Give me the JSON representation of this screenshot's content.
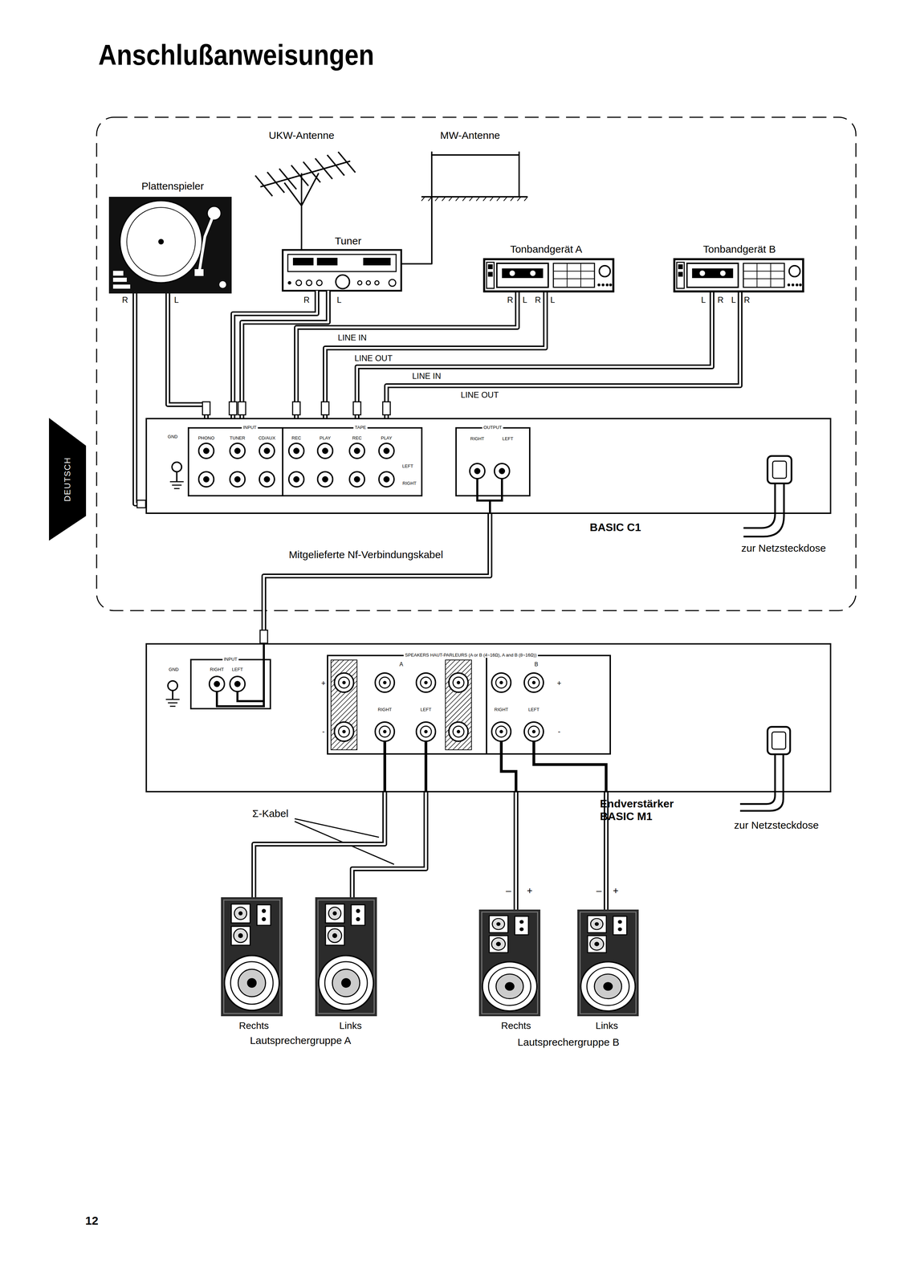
{
  "diagram": {
    "title": "Anschlußanweisungen",
    "nodes": [
      {
        "text": [
          "UKW-Antenne"
        ]
      },
      {
        "text": [
          "MW-Antenne"
        ]
      },
      {
        "text": [
          "Plattenspieler"
        ]
      },
      {
        "text": [
          "Tuner"
        ]
      },
      {
        "text": [
          "Tonbandgerät A"
        ]
      },
      {
        "text": [
          "Tonbandgerät B"
        ]
      },
      {
        "text": [
          "BASIC C1"
        ]
      },
      {
        "text": [
          "Endverstärker BASIC M1"
        ]
      },
      {
        "text": [
          "Rechts"
        ]
      },
      {
        "text": [
          "Links"
        ]
      },
      {
        "text": [
          "Rechts"
        ]
      },
      {
        "text": [
          "Links"
        ]
      }
    ],
    "edges": [
      {
        "from": 0,
        "to": 3,
        "arrow": "none"
      },
      {
        "from": 1,
        "to": 3,
        "arrow": "none"
      },
      {
        "from": 2,
        "to": 6,
        "arrow": "none"
      },
      {
        "from": 2,
        "to": 6,
        "arrow": "none"
      },
      {
        "from": 3,
        "to": 6,
        "arrow": "none"
      },
      {
        "from": 3,
        "to": 6,
        "arrow": "none"
      },
      {
        "from": 4,
        "to": 6,
        "label": "LINE IN",
        "arrow": "none"
      },
      {
        "from": 4,
        "to": 6,
        "label": "LINE OUT",
        "arrow": "none"
      },
      {
        "from": 5,
        "to": 6,
        "label": "LINE IN",
        "arrow": "none"
      },
      {
        "from": 5,
        "to": 6,
        "label": "LINE OUT",
        "arrow": "none"
      },
      {
        "from": 6,
        "to": 7,
        "label": "Mitgelieferte Nf-Verbindungskabel",
        "arrow": "none"
      },
      {
        "from": 7,
        "to": 8,
        "arrow": "none"
      },
      {
        "from": 7,
        "to": 9,
        "arrow": "none"
      },
      {
        "from": 7,
        "to": 10,
        "arrow": "none"
      },
      {
        "from": 7,
        "to": 11,
        "arrow": "none"
      }
    ],
    "labels": [
      "R",
      "L",
      "R",
      "L",
      "R",
      "L",
      "R",
      "L",
      "L",
      "R",
      "L",
      "R",
      "GND",
      "PHONO",
      "TUNER",
      "CD/AUX",
      "INPUT",
      "TAPE",
      "REC",
      "PLAY",
      "REC",
      "PLAY",
      "LEFT",
      "RIGHT",
      "OUTPUT",
      "RIGHT",
      "LEFT",
      "zur Netzsteckdose",
      "GND",
      "INPUT",
      "RIGHT",
      "LEFT",
      "SPEAKERS HAUT-PARLEURS (A or B (4~16Ω), A and B (8~16Ω))",
      "A",
      "B",
      "+",
      "-",
      "RIGHT",
      "LEFT",
      "RIGHT",
      "LEFT",
      "+",
      "-",
      "zur Netzsteckdose",
      "Σ-Kabel",
      "–",
      "+",
      "–",
      "+",
      "Lautsprechergruppe A",
      "Lautsprechergruppe B",
      "DEUTSCH",
      "12"
    ]
  }
}
